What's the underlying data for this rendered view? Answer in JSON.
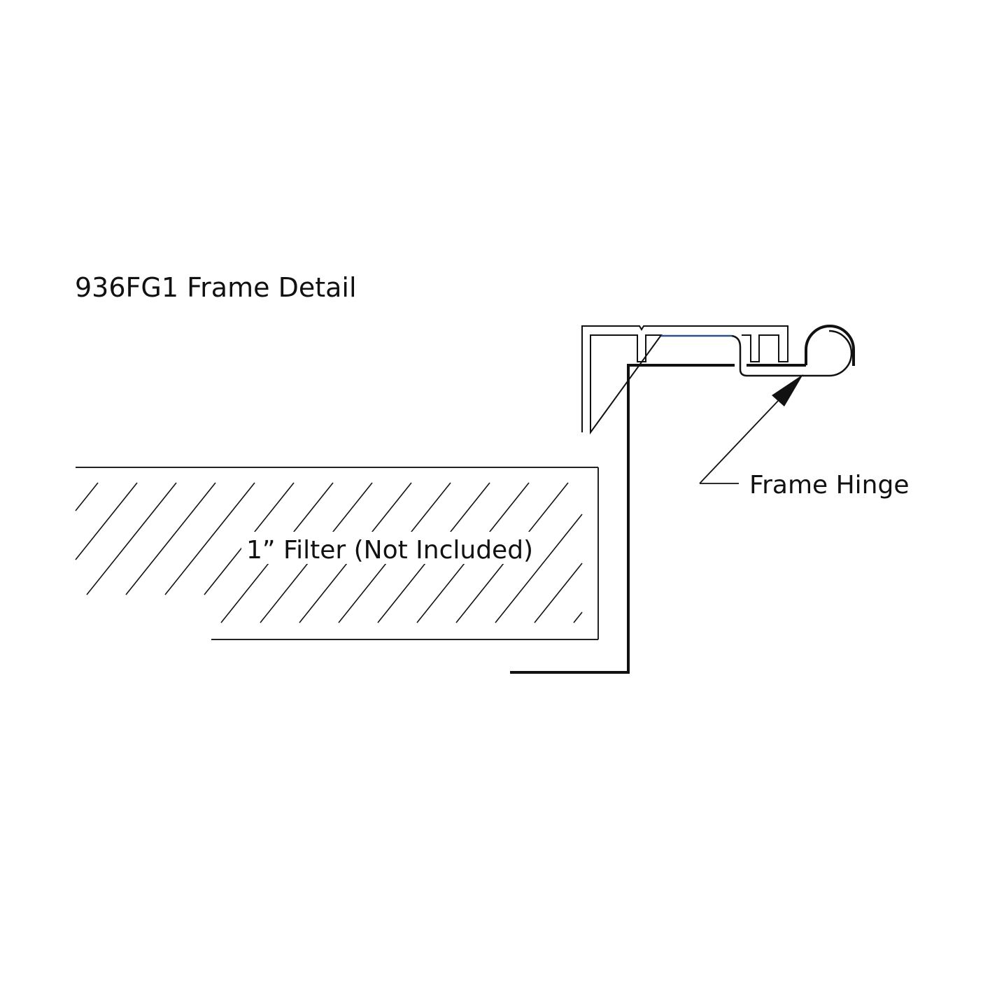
{
  "title": "936FG1 Frame Detail",
  "labels": {
    "filter": "1” Filter (Not Included)",
    "hinge": "Frame Hinge"
  },
  "colors": {
    "line": "#111111",
    "accent_blue": "#2f4f8f",
    "background": "#ffffff"
  }
}
